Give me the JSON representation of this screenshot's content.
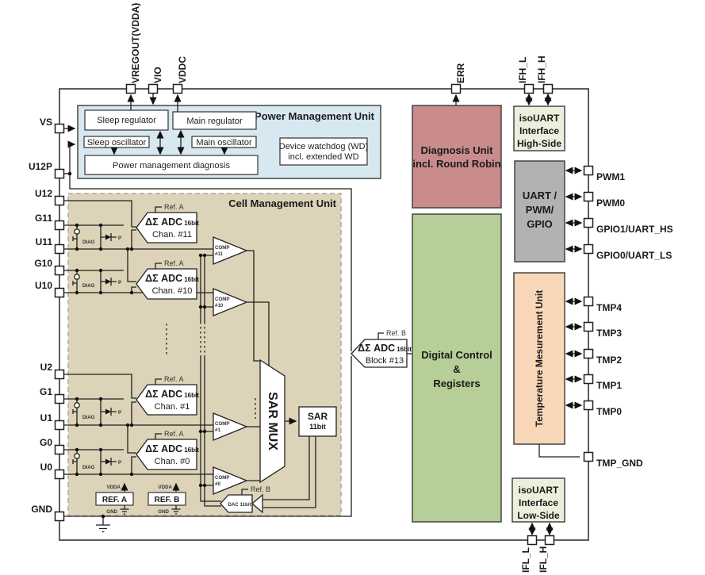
{
  "pmu": {
    "title": "Power Management Unit",
    "sleep_regulator": "Sleep regulator",
    "main_regulator": "Main regulator",
    "sleep_oscillator": "Sleep oscillator",
    "main_oscillator": "Main oscillator",
    "diagnosis": "Power management diagnosis",
    "watchdog1": "Device watchdog (WD)",
    "watchdog2": "incl. extended WD"
  },
  "cmu": {
    "title": "Cell Management Unit",
    "adc_bits": "16bit",
    "ref_a": "Ref. A",
    "ref_b": "Ref. B",
    "diag": "DIAG",
    "p": "P",
    "adcs": [
      {
        "name": "ΔΣ ADC",
        "chan": "Chan. #11"
      },
      {
        "name": "ΔΣ ADC",
        "chan": "Chan. #10"
      },
      {
        "name": "ΔΣ ADC",
        "chan": "Chan. #1"
      },
      {
        "name": "ΔΣ ADC",
        "chan": "Chan. #0"
      }
    ],
    "comps": [
      {
        "l1": "COMP",
        "l2": "#11"
      },
      {
        "l1": "COMP",
        "l2": "#10"
      },
      {
        "l1": "COMP",
        "l2": "#1"
      },
      {
        "l1": "COMP",
        "l2": "#0"
      }
    ],
    "sar_mux": "SAR MUX",
    "sar1": "SAR",
    "sar2": "11bit",
    "dac": "DAC 11bit",
    "ref_a_box": "REF. A",
    "ref_b_box": "REF. B",
    "vdda": "VDDA",
    "gnd_small": "GND"
  },
  "adc13": {
    "name": "ΔΣ ADC",
    "label": "Block #13"
  },
  "blocks": {
    "diagnosis1": "Diagnosis Unit",
    "diagnosis2": "incl. Round Robin",
    "digital1": "Digital Control",
    "digital2": "&",
    "digital3": "Registers",
    "iso_hs1": "isoUART",
    "iso_hs2": "Interface",
    "iso_hs3": "High-Side",
    "uart1": "UART /",
    "uart2": "PWM/",
    "uart3": "GPIO",
    "temp": "Temperature Mesurement Unit",
    "iso_ls1": "isoUART",
    "iso_ls2": "Interface",
    "iso_ls3": "Low-Side"
  },
  "pins": {
    "vregout": "VREGOUT(VDDA)",
    "vio": "VIO",
    "vddc": "VDDC",
    "err": "ERR",
    "ifh_l": "IFH_L",
    "ifh_h": "IFH_H",
    "vs": "VS",
    "u12p": "U12P",
    "u12": "U12",
    "g11": "G11",
    "u11": "U11",
    "g10": "G10",
    "u10": "U10",
    "u2": "U2",
    "g1": "G1",
    "u1": "U1",
    "g0": "G0",
    "u0": "U0",
    "gnd": "GND",
    "pwm1": "PWM1",
    "pwm0": "PWM0",
    "gpio1": "GPIO1/UART_HS",
    "gpio0": "GPIO0/UART_LS",
    "tmp4": "TMP4",
    "tmp3": "TMP3",
    "tmp2": "TMP2",
    "tmp1": "TMP1",
    "tmp0": "TMP0",
    "tmp_gnd": "TMP_GND",
    "ifl_l": "IFL_L",
    "ifl_h": "IFL_H"
  },
  "colors": {
    "pmu": "#d8e8f1",
    "cmu": "#ddd3b8",
    "diagnosis": "#c98b8b",
    "digital": "#b6ce97",
    "isouart": "#ebf0dc",
    "uart": "#b2b2b2",
    "temp": "#f8d8b8",
    "g_pin": "#2aa04a",
    "gnd_pin": "#1a63c9"
  }
}
